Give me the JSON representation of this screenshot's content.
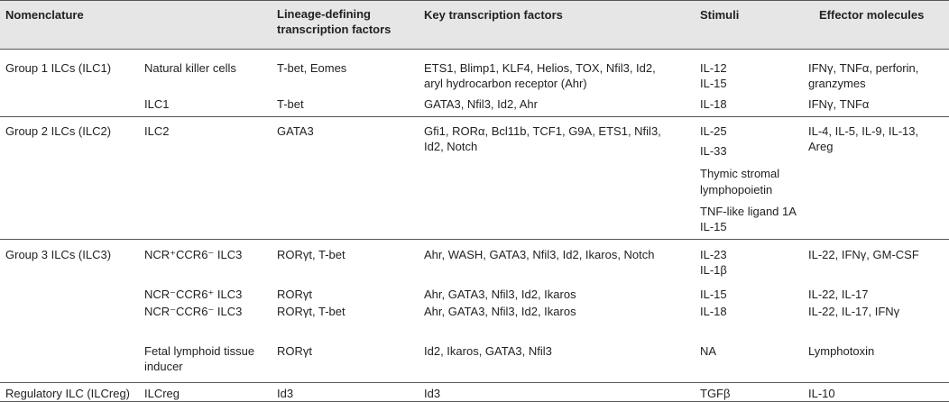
{
  "headers": {
    "nomenclature": "Nomenclature",
    "lineage_1": "Lineage-defining",
    "lineage_2": "transcription factors",
    "key_tf": "Key transcription factors",
    "stimuli": "Stimuli",
    "effector": "Effector molecules"
  },
  "g1": {
    "group": "Group 1 ILCs (ILC1)",
    "nk": {
      "name": "Natural killer cells",
      "lineage": "T-bet, Eomes",
      "tf_1": "ETS1, Blimp1, KLF4, Helios, TOX, Nfil3, Id2,",
      "tf_2": "aryl hydrocarbon receptor (Ahr)",
      "stimuli_1": "IL-12",
      "stimuli_2": "IL-15",
      "effector_1": "IFNγ, TNFα, perforin,",
      "effector_2": "granzymes"
    },
    "ilc1": {
      "name": "ILC1",
      "lineage": "T-bet",
      "tf": "GATA3, Nfil3, Id2, Ahr",
      "stimuli": "IL-18",
      "effector": "IFNγ, TNFα"
    }
  },
  "g2": {
    "group": "Group 2 ILCs (ILC2)",
    "name": "ILC2",
    "lineage": "GATA3",
    "tf_1": "Gfi1, RORα, Bcl11b, TCF1, G9A, ETS1, Nfil3,",
    "tf_2": "Id2, Notch",
    "stimuli": [
      "IL-25",
      "IL-33",
      "Thymic stromal",
      "lymphopoietin",
      "TNF-like ligand 1A",
      "IL-15"
    ],
    "effector_1": "IL-4, IL-5, IL-9, IL-13,",
    "effector_2": "Areg"
  },
  "g3": {
    "group": "Group 3 ILCs (ILC3)",
    "r1": {
      "name": "NCR⁺CCR6⁻ ILC3",
      "lineage": "RORγt, T-bet",
      "tf": "Ahr, WASH, GATA3, Nfil3, Id2, Ikaros, Notch",
      "stimuli_1": "IL-23",
      "stimuli_2": "IL-1β",
      "effector": "IL-22, IFNγ, GM-CSF"
    },
    "r2": {
      "name": "NCR⁻CCR6⁺ ILC3",
      "lineage": "RORγt",
      "tf": "Ahr, GATA3, Nfil3, Id2, Ikaros",
      "stimuli": "IL-15",
      "effector": "IL-22, IL-17"
    },
    "r3": {
      "name": "NCR⁻CCR6⁻ ILC3",
      "lineage": "RORγt, T-bet",
      "tf": "Ahr, GATA3, Nfil3, Id2, Ikaros",
      "stimuli": "IL-18",
      "effector": "IL-22, IL-17, IFNγ"
    },
    "r4": {
      "name_1": "Fetal lymphoid tissue",
      "name_2": "inducer",
      "lineage": "RORγt",
      "tf": "Id2, Ikaros, GATA3, Nfil3",
      "stimuli": "NA",
      "effector": "Lymphotoxin"
    }
  },
  "greg": {
    "group": "Regulatory ILC (ILCreg)",
    "name": "ILCreg",
    "lineage": "Id3",
    "tf": "Id3",
    "stimuli": "TGFβ",
    "effector": "IL-10"
  }
}
